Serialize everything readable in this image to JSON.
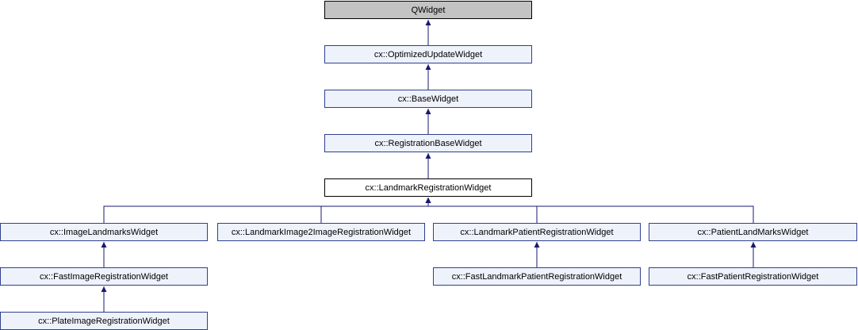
{
  "diagram": {
    "kind": "class-inheritance-graph",
    "nodes": [
      {
        "id": "qwidget",
        "label": "QWidget",
        "role": "external-base"
      },
      {
        "id": "optimized",
        "label": "cx::OptimizedUpdateWidget",
        "role": "linked-class"
      },
      {
        "id": "base",
        "label": "cx::BaseWidget",
        "role": "linked-class"
      },
      {
        "id": "regbase",
        "label": "cx::RegistrationBaseWidget",
        "role": "linked-class"
      },
      {
        "id": "landmarkreg",
        "label": "cx::LandmarkRegistrationWidget",
        "role": "current-class"
      },
      {
        "id": "imagelandmarks",
        "label": "cx::ImageLandmarksWidget",
        "role": "linked-class"
      },
      {
        "id": "landmarkimage2image",
        "label": "cx::LandmarkImage2ImageRegistrationWidget",
        "role": "linked-class"
      },
      {
        "id": "landmarkpatient",
        "label": "cx::LandmarkPatientRegistrationWidget",
        "role": "linked-class"
      },
      {
        "id": "patientlandmarks",
        "label": "cx::PatientLandMarksWidget",
        "role": "linked-class"
      },
      {
        "id": "fastimage",
        "label": "cx::FastImageRegistrationWidget",
        "role": "linked-class"
      },
      {
        "id": "fastlandmarkpatient",
        "label": "cx::FastLandmarkPatientRegistrationWidget",
        "role": "linked-class"
      },
      {
        "id": "fastpatient",
        "label": "cx::FastPatientRegistrationWidget",
        "role": "linked-class"
      },
      {
        "id": "plateimage",
        "label": "cx::PlateImageRegistrationWidget",
        "role": "linked-class"
      }
    ],
    "edges": [
      {
        "child": "optimized",
        "parent": "qwidget"
      },
      {
        "child": "base",
        "parent": "optimized"
      },
      {
        "child": "regbase",
        "parent": "base"
      },
      {
        "child": "landmarkreg",
        "parent": "regbase"
      },
      {
        "child": "imagelandmarks",
        "parent": "landmarkreg"
      },
      {
        "child": "landmarkimage2image",
        "parent": "landmarkreg"
      },
      {
        "child": "landmarkpatient",
        "parent": "landmarkreg"
      },
      {
        "child": "patientlandmarks",
        "parent": "landmarkreg"
      },
      {
        "child": "fastimage",
        "parent": "imagelandmarks"
      },
      {
        "child": "fastlandmarkpatient",
        "parent": "landmarkpatient"
      },
      {
        "child": "fastpatient",
        "parent": "patientlandmarks"
      },
      {
        "child": "plateimage",
        "parent": "fastimage"
      }
    ],
    "colors": {
      "edge": "#191970",
      "node_border": "#31408f",
      "node_fill": "#eef2fa",
      "root_fill": "#c3c3c3",
      "current_fill": "#ffffff",
      "current_border": "#000000",
      "text": "#000000"
    }
  }
}
